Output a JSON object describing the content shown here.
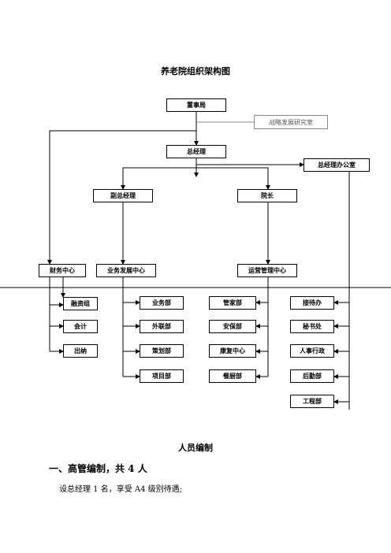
{
  "chart_title": "养老院组织架构图",
  "nodes": {
    "board": "董事局",
    "strategy": "战略发展研究室",
    "gm": "总经理",
    "gm_office": "总经理办公室",
    "deputy_gm": "副总经理",
    "dean": "院长",
    "finance": "财务中心",
    "business_dev": "业务发展中心",
    "ops": "运营管理中心",
    "finance_subs": [
      "融资组",
      "会计",
      "出纳"
    ],
    "business_subs": [
      "业务部",
      "外联部",
      "策划部",
      "项目部"
    ],
    "ops_subs": [
      "管家部",
      "安保部",
      "康复中心",
      "餐厨部"
    ],
    "office_subs": [
      "接待办",
      "秘书处",
      "人事行政",
      "后勤部",
      "工程部"
    ]
  },
  "section_title": "人员编制",
  "heading_1": "一、高管编制，共 4 人",
  "paragraph_1": "设总经理 1 名，享受 A4 级别待遇;"
}
